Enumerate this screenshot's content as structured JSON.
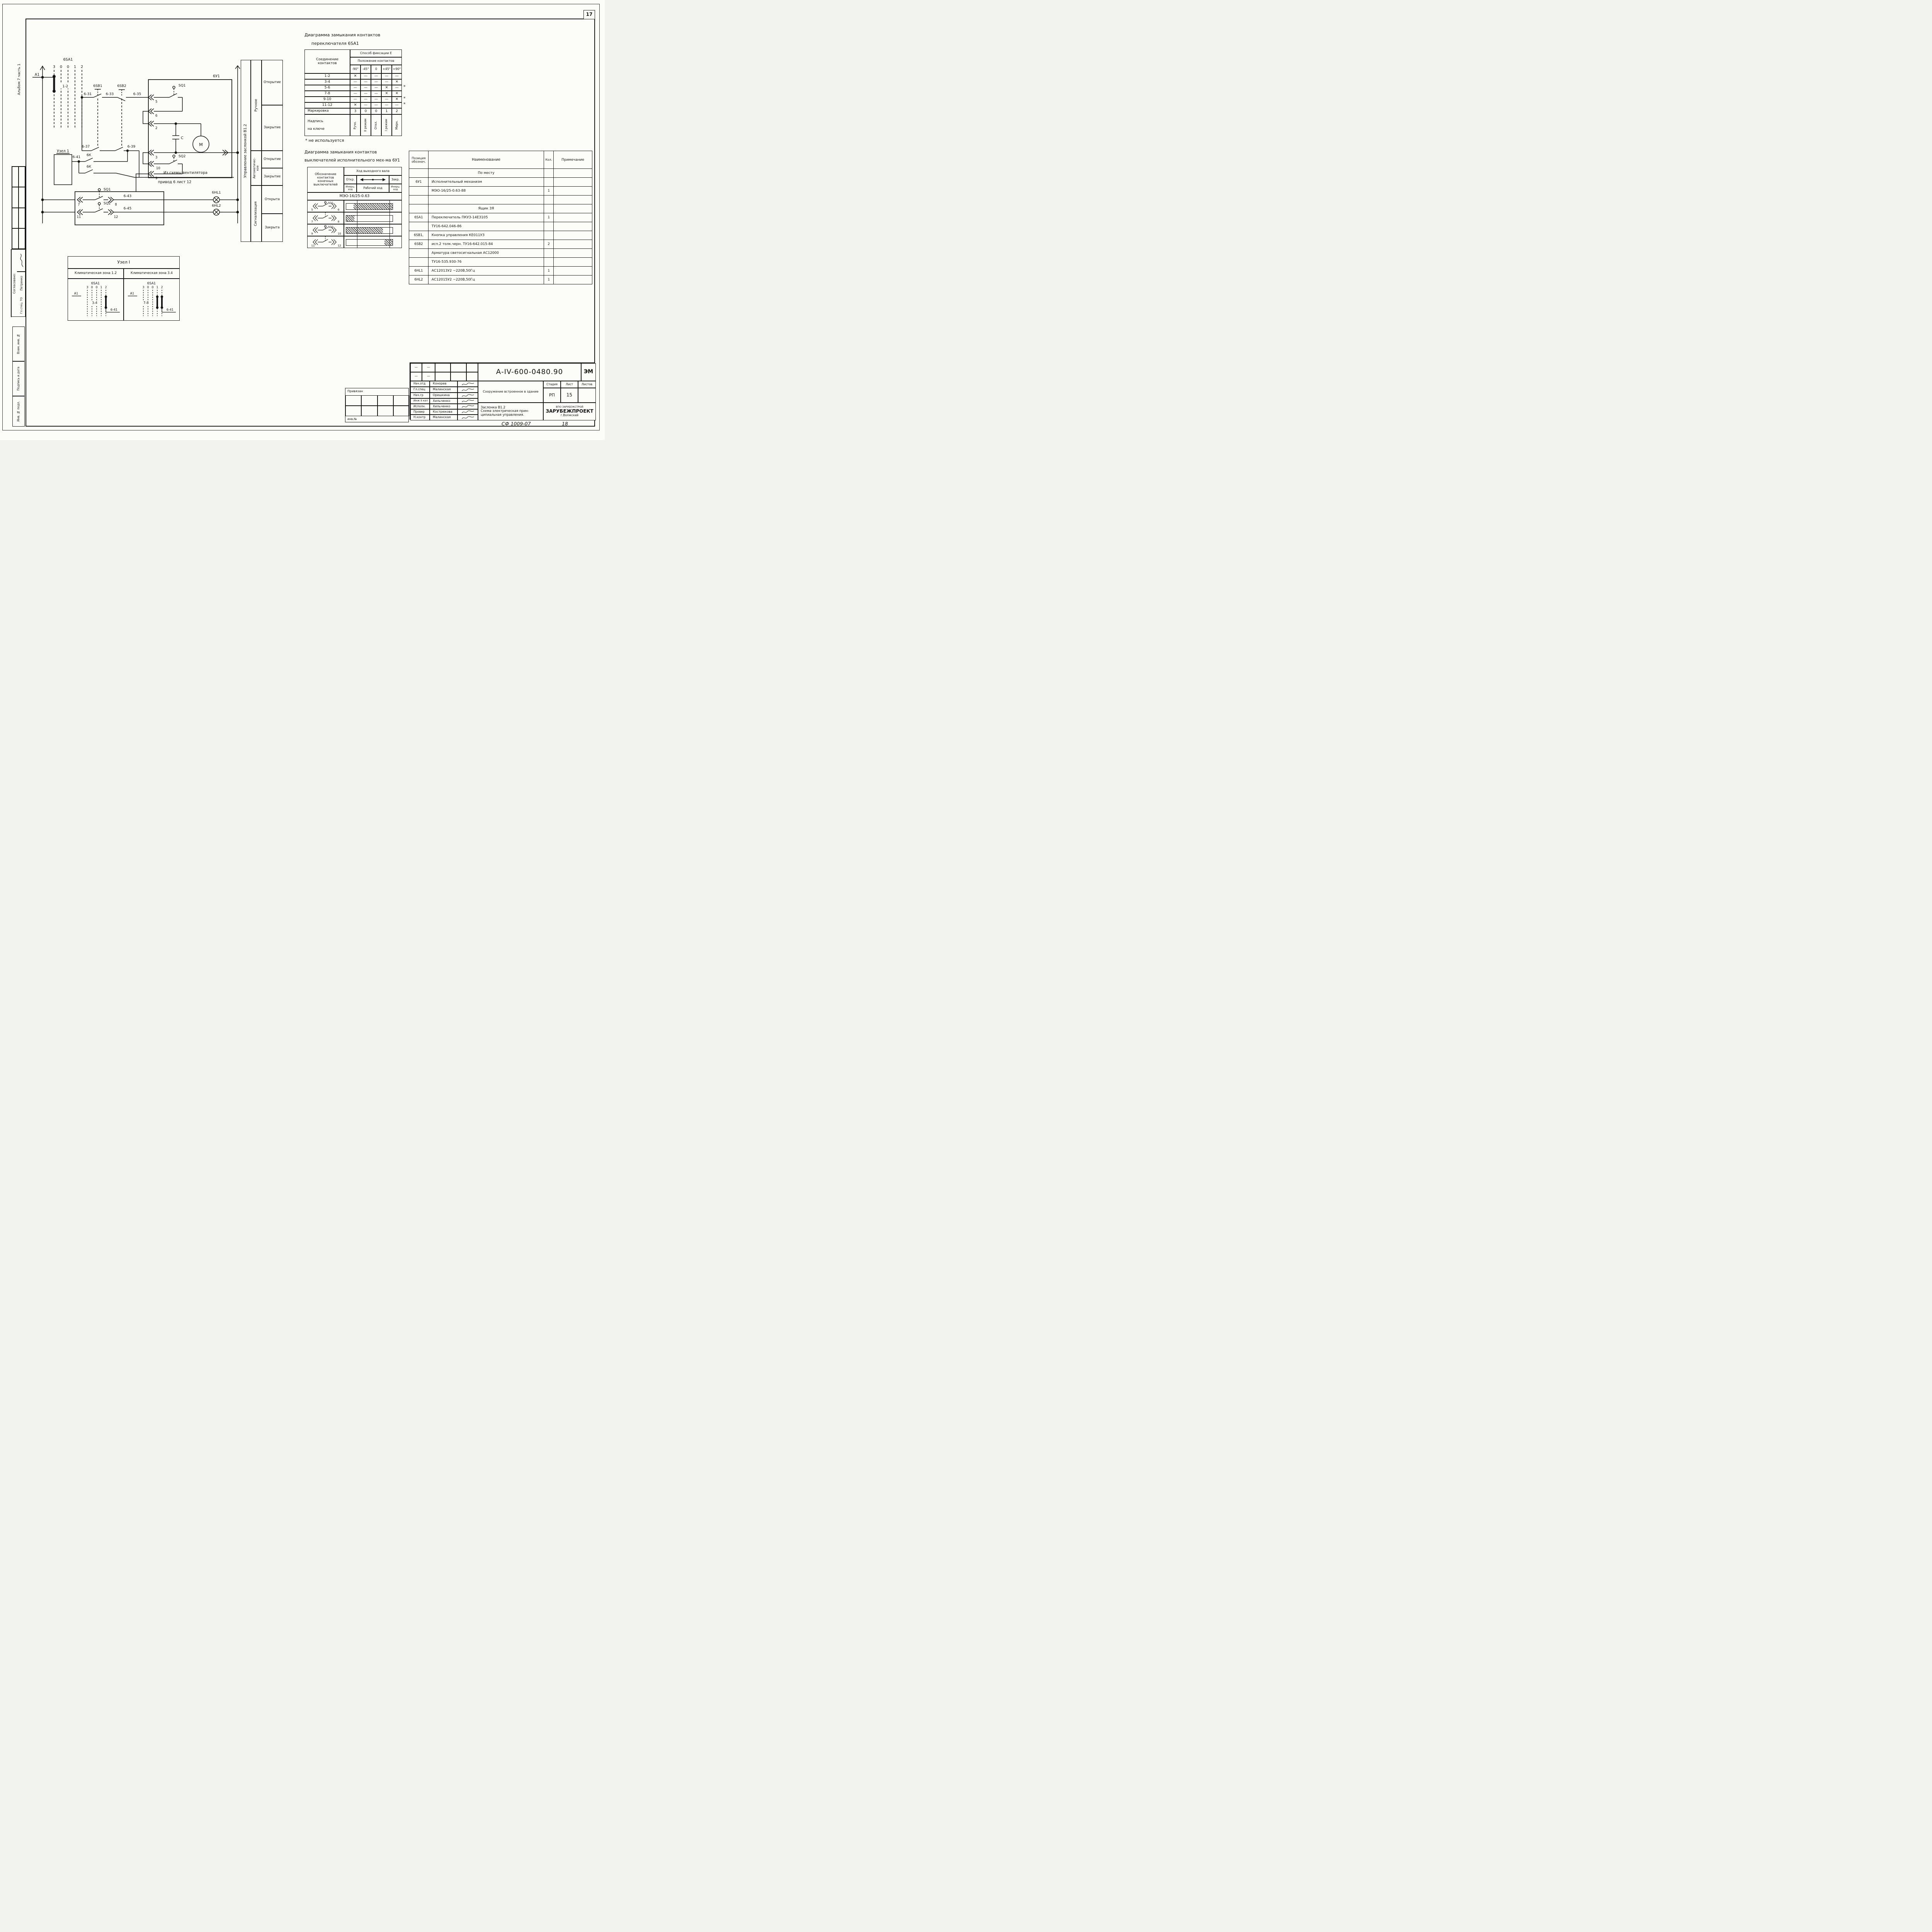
{
  "page": {
    "number": "17",
    "code": "СФ 1009-07",
    "code2": "18"
  },
  "margin": {
    "album": "Альбом 7  часть 1",
    "agreed": "Согласовано:",
    "agreed_role": "Гл.спец. ТО",
    "agreed_name": "Петренко",
    "frame1": "Взам. инв. №",
    "frame2": "Подпись и дата",
    "frame3": "Инв. № подл."
  },
  "schematic": {
    "a1": "А1",
    "sa1": "6SA1",
    "sa1_positions": [
      "3",
      "0",
      "0",
      "1",
      "2"
    ],
    "sa1_contact": "1-2",
    "w31": "6-31",
    "sb1": "6SB1",
    "w33": "6-33",
    "sb2": "6SB2",
    "w35": "6-35",
    "box": "6У1",
    "sq1": "SQ1",
    "sq2": "SQ2",
    "cap": "C",
    "motor": "М",
    "n": "N",
    "pins": {
      "p2": "2",
      "p3": "3",
      "p5": "5",
      "p6": "6",
      "p7": "7",
      "p8": "8",
      "p9": "9",
      "p10": "10",
      "p11": "11",
      "p12": "12"
    },
    "w37": "6-37",
    "w39": "6-39",
    "w41": "6-41",
    "k": "6К",
    "uzel": "Узел 1",
    "w43": "6-43",
    "w45": "6-45",
    "hl1": "6HL1",
    "hl2": "6HL2",
    "vent1": "Из схемы вентилятора",
    "vent2": "привод 6 лист 12"
  },
  "mode_table": {
    "title": "Управление  заслонкой  В1.2",
    "g1": "Ручное",
    "g2": "Автоматичес-\nкое",
    "g3": "Сигнализация",
    "r1": "Открытие",
    "r2": "Закрытие",
    "r3": "Открытие",
    "r4": "Закрытие",
    "r5": "Открыта",
    "r6": "Закрыта"
  },
  "diagram1": {
    "title1": "Диаграмма замыкания контактов",
    "title2": "переключателя   6SA1",
    "h_left": "Соединение\nконтактов",
    "h_fix": "Способ  фиксации Е",
    "h_pos": "Положение контактов",
    "positions": [
      "-90°",
      "-45°",
      "0",
      "+45°",
      "+90°"
    ],
    "rows": [
      {
        "c": "1-2",
        "m": [
          "✕",
          "—",
          "—",
          "—",
          "—"
        ],
        "note": ""
      },
      {
        "c": "3-4",
        "m": [
          "—",
          "—",
          "—",
          "—",
          "✕"
        ],
        "note": ""
      },
      {
        "c": "5-6",
        "m": [
          "—",
          "—",
          "—",
          "✕",
          "—"
        ],
        "note": "*"
      },
      {
        "c": "7-8",
        "m": [
          "—",
          "—",
          "—",
          "✕",
          "✕"
        ],
        "note": ""
      },
      {
        "c": "9-10",
        "m": [
          "—",
          "—",
          "—",
          "—",
          "✕"
        ],
        "note": "*"
      },
      {
        "c": "11-12",
        "m": [
          "✕",
          "—",
          "—",
          "—",
          "—"
        ],
        "note": "*"
      }
    ],
    "marking_label": "Маркировка",
    "marking": [
      "3",
      "0",
      "0",
      "1",
      "2"
    ],
    "key_label": "Надпись\n\nна ключе",
    "keys": [
      "Ручн.",
      "II режим",
      "Откл.",
      "I режим",
      "Мирн."
    ],
    "footnote": "* не используется"
  },
  "diagram2": {
    "title1": "Диаграмма замыкания контактов",
    "title2": "выключателей исполнительного мех-ма 6У1",
    "h_left": "Обозначение\nконтактов\nконечных\nвыключателей",
    "h_shaft": "Ход выходного вала",
    "open": "Откр.",
    "close": "Закр.",
    "inertia": "Инерц.\nход",
    "work": "Рабочий ход",
    "inertia2": "Инерц.\nход",
    "device": "МЭО-16/25-0.63",
    "rows": [
      {
        "sq": "SQ1",
        "a": "5",
        "b": "6"
      },
      {
        "sq": "",
        "a": "7",
        "b": "8"
      },
      {
        "sq": "SQ2",
        "a": "9",
        "b": "10"
      },
      {
        "sq": "",
        "a": "11",
        "b": "12"
      }
    ]
  },
  "parts": {
    "h_pos": "Позиция\nобознач.",
    "h_name": "Наименование",
    "h_qty": "Кол.",
    "h_note": "Примечание",
    "rows": [
      {
        "pos": "",
        "name": "По месту",
        "qty": "",
        "note": ""
      },
      {
        "pos": "6У1",
        "name": "Исполнительный  механизм",
        "qty": "",
        "note": ""
      },
      {
        "pos": "",
        "name": "МЭО-16/25-0.63-88",
        "qty": "1",
        "note": ""
      },
      {
        "pos": "",
        "name": "",
        "qty": "",
        "note": ""
      },
      {
        "pos": "",
        "name": "Ящик 3Я",
        "qty": "",
        "note": ""
      },
      {
        "pos": "6SA1",
        "name": "Переключатель  ПКУЗ-14ЕЗ105",
        "qty": "1",
        "note": ""
      },
      {
        "pos": "",
        "name": "ТУ16-642.046-86",
        "qty": "",
        "note": ""
      },
      {
        "pos": "6SB1,",
        "name": "Кнопка  управления  КЕ011УЗ",
        "qty": "",
        "note": ""
      },
      {
        "pos": "6SB2",
        "name": "исп.2  толк.черн.  ТУ16-642.015-84",
        "qty": "2",
        "note": ""
      },
      {
        "pos": "",
        "name": "Арматура  светосигнальная  АС12000",
        "qty": "",
        "note": ""
      },
      {
        "pos": "",
        "name": "ТУ16-535.930-76",
        "qty": "",
        "note": ""
      },
      {
        "pos": "6HL1",
        "name": "АС12013У2   ~220В,50Гц",
        "qty": "1",
        "note": ""
      },
      {
        "pos": "6HL2",
        "name": "АС12015У2   ~220В,50Гц",
        "qty": "1",
        "note": ""
      }
    ]
  },
  "uzel": {
    "title": "Узел I",
    "zone1": "Климатическая зона 1.2",
    "zone2": "Климатическая зона 3.4",
    "sa": "6SA1",
    "positions": [
      "3",
      "0",
      "0",
      "1",
      "2"
    ],
    "a1": "А1",
    "c_left": "3-4",
    "c_right": "7-8",
    "wire": "6-41"
  },
  "titleblock": {
    "dash": "—",
    "doc": "А-IV-600-0480.90",
    "type": "ЭМ",
    "rows": [
      {
        "role": "Нач.отд",
        "name": "Конорев"
      },
      {
        "role": "Гл.спец",
        "name": "Малинская"
      },
      {
        "role": "Нач.гр",
        "name": "Орешкина"
      },
      {
        "role": "Инж II кат",
        "name": "Хильченко"
      },
      {
        "role": "Исполн.",
        "name": "Хильченко"
      },
      {
        "role": "Провер",
        "name": "Кострюкова"
      },
      {
        "role": "Н.контр",
        "name": "Малинская"
      }
    ],
    "object": "Сооружение встроенное в здание",
    "t1": "Заслонка В1.2",
    "t2": "Схема электрическая прин-",
    "t3": "ципиальная управления.",
    "stage_h": "Стадия",
    "sheet_h": "Лист",
    "sheets_h": "Листов",
    "stage": "РП",
    "sheet": "15",
    "sheets": "",
    "org1": "ВПО ЗАРУБЕЖСТРОЙ",
    "org2": "ЗАРУБЕЖПРОЕКТ",
    "org3": "г.Волжский",
    "attached": "Привязан",
    "inv": "инв.№"
  }
}
